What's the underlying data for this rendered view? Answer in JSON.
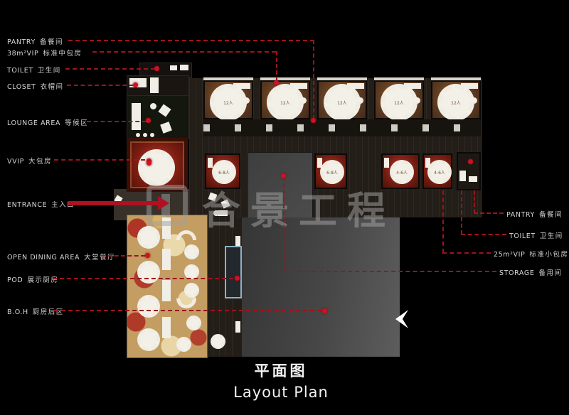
{
  "titles": {
    "cn": "平面图",
    "en": "Layout Plan"
  },
  "watermark": {
    "text": "合景工程"
  },
  "labels_left": [
    {
      "en": "PANTRY",
      "cn": "备餐间"
    },
    {
      "en": "38m²VIP",
      "cn": "标准中包房"
    },
    {
      "en": "TOILET",
      "cn": "卫生间"
    },
    {
      "en": "CLOSET",
      "cn": "衣帽间"
    },
    {
      "en": "LOUNGE AREA",
      "cn": "等候区"
    },
    {
      "en": "VVIP",
      "cn": "大包房"
    },
    {
      "en": "ENTRANCE",
      "cn": "主入口"
    },
    {
      "en": "OPEN DINING AREA",
      "cn": "大堂餐厅"
    },
    {
      "en": "POD",
      "cn": "展示厨房"
    },
    {
      "en": "B.O.H",
      "cn": "厨房后区"
    }
  ],
  "labels_right": [
    {
      "en": "PANTRY",
      "cn": "备餐间"
    },
    {
      "en": "TOILET",
      "cn": "卫生间"
    },
    {
      "en": "25m²VIP",
      "cn": "标准小包房"
    },
    {
      "en": "STORAGE",
      "cn": "备用间"
    }
  ],
  "plan": {
    "seats_large": "12人",
    "seats_medium": "6-8人",
    "seats_small": "4-6人"
  },
  "colors": {
    "leader_red": "#9c141d",
    "dot_red": "#d01023",
    "arrow_red": "#b01020",
    "carpet_brown": "#5c3a21",
    "carpet_red": "#6f1b10",
    "dining_gold": "#c49d62",
    "boh_gray": "#4a4a4a"
  }
}
